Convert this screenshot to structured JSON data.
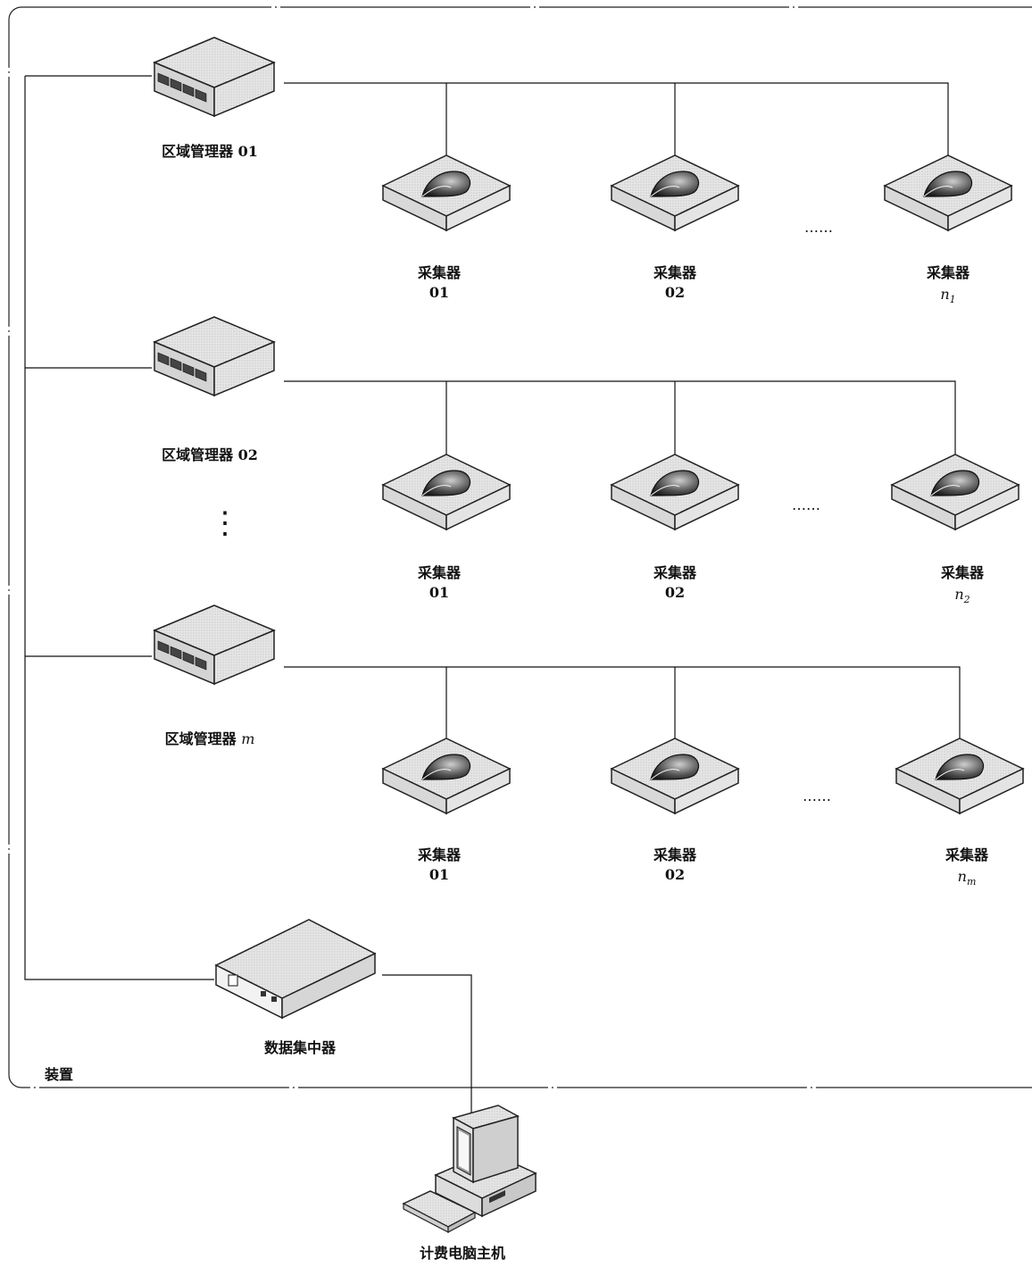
{
  "container": {
    "label": "装置"
  },
  "managers": [
    {
      "name": "区域管理器",
      "suffix": "01",
      "collectors": [
        {
          "name": "采集器",
          "id": "01"
        },
        {
          "name": "采集器",
          "id": "02"
        },
        {
          "name": "采集器",
          "id": "n",
          "sub": "1"
        }
      ]
    },
    {
      "name": "区域管理器",
      "suffix": "02",
      "collectors": [
        {
          "name": "采集器",
          "id": "01"
        },
        {
          "name": "采集器",
          "id": "02"
        },
        {
          "name": "采集器",
          "id": "n",
          "sub": "2"
        }
      ]
    },
    {
      "name": "区域管理器",
      "suffix": "m",
      "collectors": [
        {
          "name": "采集器",
          "id": "01"
        },
        {
          "name": "采集器",
          "id": "02"
        },
        {
          "name": "采集器",
          "id": "n",
          "sub": "m"
        }
      ]
    }
  ],
  "ellipsis": "……",
  "vertical_ellipsis": "⋮",
  "concentrator": {
    "label": "数据集中器"
  },
  "computer": {
    "label": "计费电脑主机"
  }
}
